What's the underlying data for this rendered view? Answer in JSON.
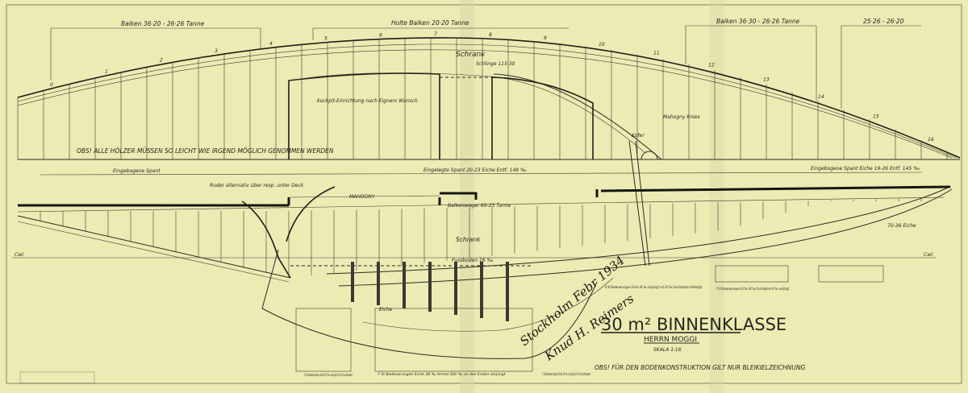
{
  "title": {
    "main": "30 m² BINNENKLASSE",
    "owner": "HERRN MOGGI",
    "scale": "SKALA 1:16"
  },
  "signature": {
    "place_date": "Stockholm Febr 1934",
    "name": "Knud H. Reimers"
  },
  "deck_plan": {
    "dimension_labels": [
      "Balken 36·20 - 26·26 Tanne",
      "Holte Balken 20·20 Tanne",
      "Balken 36·30 - 26·26 Tanne",
      "25·26 - 26·20"
    ],
    "cabinet": "Schrank",
    "beam": "Schlinge 115·30",
    "cockpit_note": "Kockpit-Einrichtung nach Eigners Wunsch",
    "knees": "Mahogny Knies",
    "coffer": "Kofer",
    "frame_numbers": [
      "0",
      "1",
      "2",
      "3",
      "4",
      "5",
      "6",
      "7",
      "8",
      "9",
      "10",
      "11",
      "12",
      "13",
      "14",
      "15",
      "16"
    ],
    "note": "OBS! ALLE HÖLZER MÜSSEN SO LEICHT WIE IRGEND MÖGLICH GENOMMEN WERDEN"
  },
  "profile": {
    "dimension_labels": [
      "Eingebogene Spant",
      "Eingelegte Spant 20-23 Eiche Entf. 148 ‰",
      "Eingebogene Spant Eiche 19-26 Entf. 145 ‰"
    ],
    "rudder_note": "Ruder alternativ über resp. unter Deck",
    "mahogany": "MAHOGNY",
    "clamp": "Balkenweger 60-23 Tanne",
    "cabinet": "Schrank",
    "floor": "Fussboden 16 ‰",
    "oak": "Eiche",
    "stem_note": "70-36 Eiche",
    "cwl_left": "Cwl.",
    "cwl_right": "Cwl.",
    "floor_notes": [
      "3 St Bodenwrangen Eiche 30 ‰ verjüngt 10 ‰ Durchbolzen",
      "7 St Bodenwrangen Eiche 38 ‰ Hrmet 300 ‰ an den Enden verjüngt",
      "7 St Bodenwrangen Eiche 30 ‰ verjüngt 10 ‰ Durchbolzen",
      "4 St Bodenwrangen Eiche 34 ‰ verjüngt mit 10 ‰ Durchbolzen befestigt",
      "5 St Bodenwrangen Eiche 34 ‰ Durchbolzen 8 ‰ verjüngt"
    ],
    "note": "OBS! FÜR DEN BODENKONSTRUKTION GILT NUR BLEIKIELZEICHNUNG"
  },
  "colors": {
    "paper": "#ecebb4",
    "ink": "#26261e"
  }
}
